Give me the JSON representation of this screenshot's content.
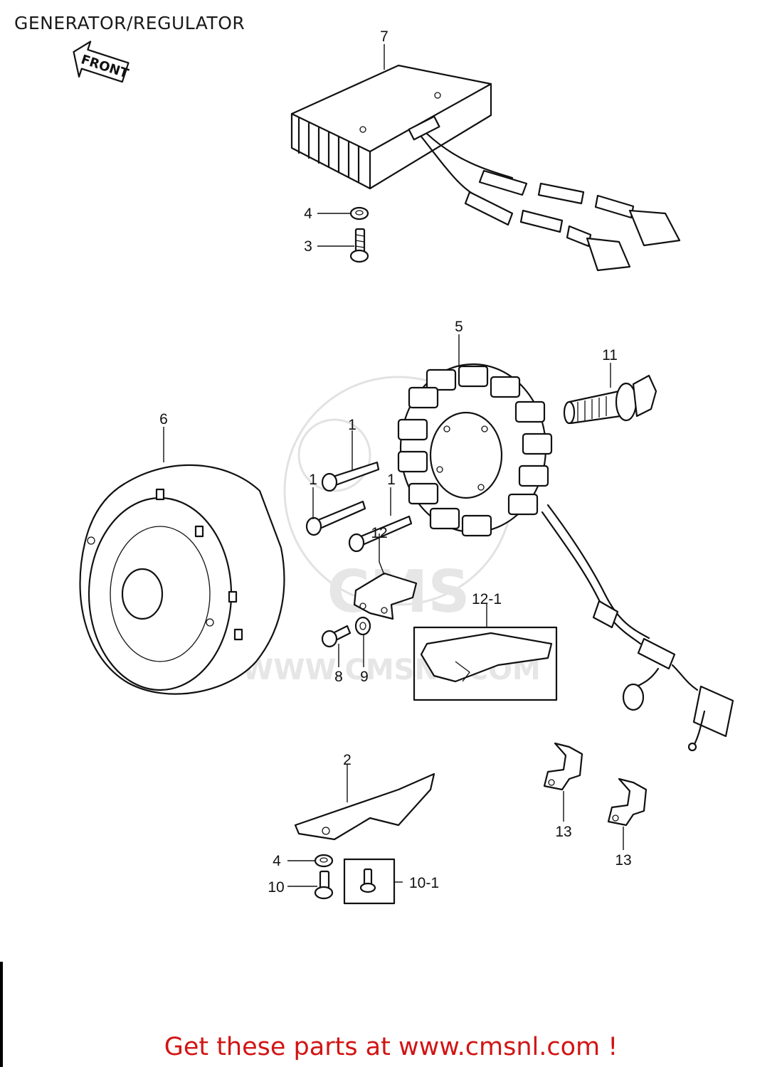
{
  "header": {
    "title": "GENERATOR/REGULATOR"
  },
  "front_indicator": {
    "label": "FRONT"
  },
  "watermark": {
    "site": "WWW.CMSNL.COM",
    "logo_text": "CMS"
  },
  "callouts": {
    "c1a": "1",
    "c1b": "1",
    "c1c": "1",
    "c2": "2",
    "c3": "3",
    "c4a": "4",
    "c4b": "4",
    "c5": "5",
    "c6": "6",
    "c7": "7",
    "c8": "8",
    "c9": "9",
    "c10": "10",
    "c10_1": "10-1",
    "c11": "11",
    "c12": "12",
    "c12_1": "12-1",
    "c13a": "13",
    "c13b": "13"
  },
  "footer": {
    "cta": "Get these parts at www.cmsnl.com !"
  },
  "colors": {
    "cta": "#d21414",
    "line": "#111111",
    "watermark": "#e2e2e2"
  }
}
